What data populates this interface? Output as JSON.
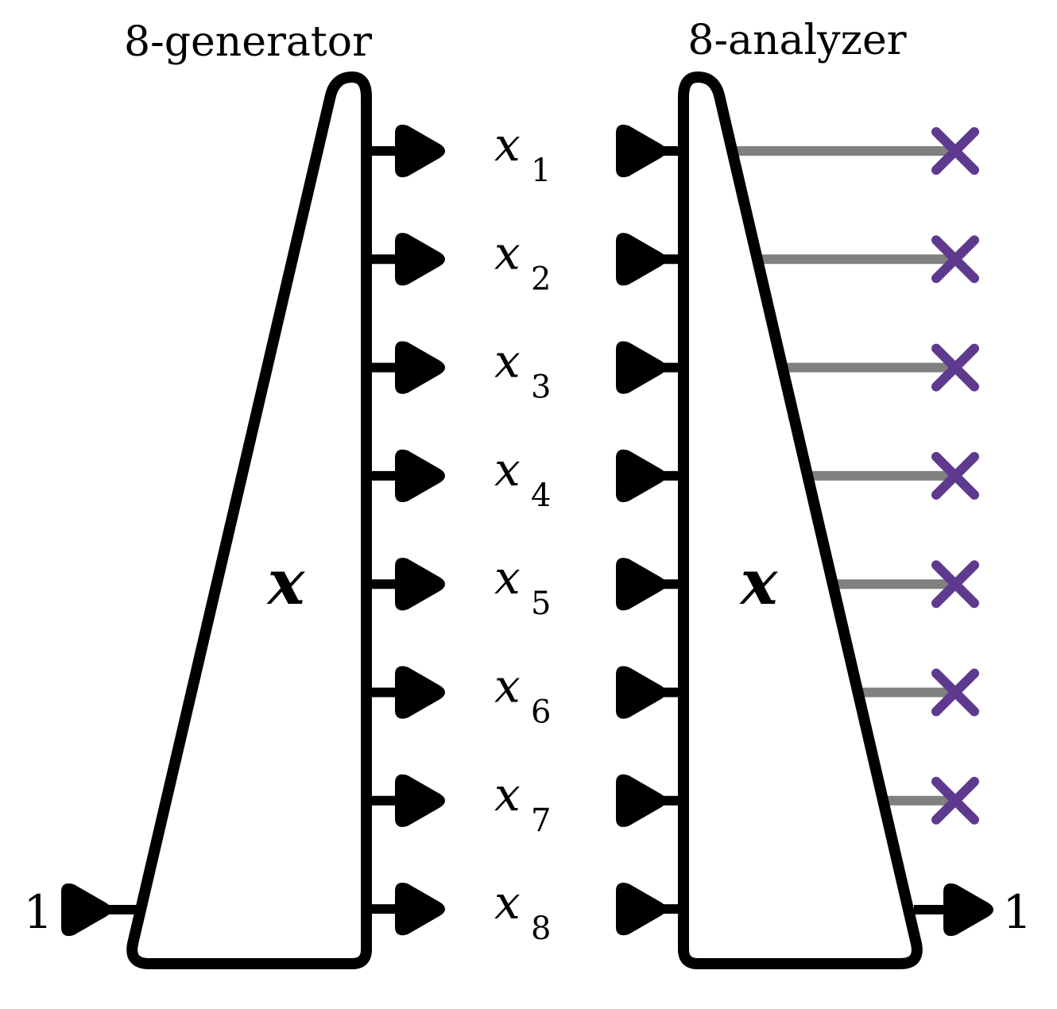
{
  "generator": {
    "title": "8-generator",
    "symbol": "x",
    "input_label": "1"
  },
  "analyzer": {
    "title": "8-analyzer",
    "symbol": "x",
    "output_label": "1"
  },
  "wires": [
    {
      "base": "x",
      "sub": "1"
    },
    {
      "base": "x",
      "sub": "2"
    },
    {
      "base": "x",
      "sub": "3"
    },
    {
      "base": "x",
      "sub": "4"
    },
    {
      "base": "x",
      "sub": "5"
    },
    {
      "base": "x",
      "sub": "6"
    },
    {
      "base": "x",
      "sub": "7"
    },
    {
      "base": "x",
      "sub": "8"
    }
  ],
  "discarded_count": 7,
  "colors": {
    "stroke": "#000000",
    "discard_line": "#808080",
    "discard_mark": "#5e3a8f"
  }
}
